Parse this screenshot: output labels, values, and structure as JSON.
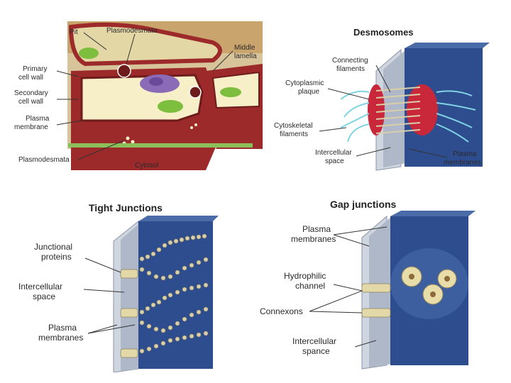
{
  "plant_cell": {
    "label_pit": "Pit",
    "label_plasmodesmata_top": "Plasmodesmata",
    "label_middle_lamella_1": "Middle",
    "label_middle_lamella_2": "lamella",
    "label_primary_1": "Primary",
    "label_primary_2": "cell wall",
    "label_secondary_1": "Secondary",
    "label_secondary_2": "cell wall",
    "label_plasma_1": "Plasma",
    "label_plasma_2": "membrane",
    "label_plasmodesmata_bottom": "Plasmodesmata",
    "label_cytosol": "Cytosol"
  },
  "desmosomes": {
    "title": "Desmosomes",
    "label_connecting_1": "Connecting",
    "label_connecting_2": "filaments",
    "label_plaque_1": "Cytoplasmic",
    "label_plaque_2": "plaque",
    "label_cytoskeletal_1": "Cytoskeletal",
    "label_cytoskeletal_2": "filaments",
    "label_intercellular_1": "Intercellular",
    "label_intercellular_2": "space",
    "label_plasma_1": "Plasma",
    "label_plasma_2": "membranes"
  },
  "tight_junctions": {
    "title": "Tight Junctions",
    "label_junctional_1": "Junctional",
    "label_junctional_2": "proteins",
    "label_intercellular_1": "Intercellular",
    "label_intercellular_2": "space",
    "label_plasma_1": "Plasma",
    "label_plasma_2": "membranes"
  },
  "gap_junctions": {
    "title": "Gap junctions",
    "label_plasma_1": "Plasma",
    "label_plasma_2": "membranes",
    "label_hydrophilic_1": "Hydrophilic",
    "label_hydrophilic_2": "channel",
    "label_connexons": "Connexons",
    "label_intercellular_1": "Intercellular",
    "label_intercellular_2": "spance"
  },
  "colors": {
    "cell_wall": "#9c2a2a",
    "cytosol": "#f7efc8",
    "membrane_blue": "#2e4d8f",
    "plaque_red": "#c8283a",
    "filament_cyan": "#7fd3e3",
    "bead": "#d9cfa8"
  }
}
